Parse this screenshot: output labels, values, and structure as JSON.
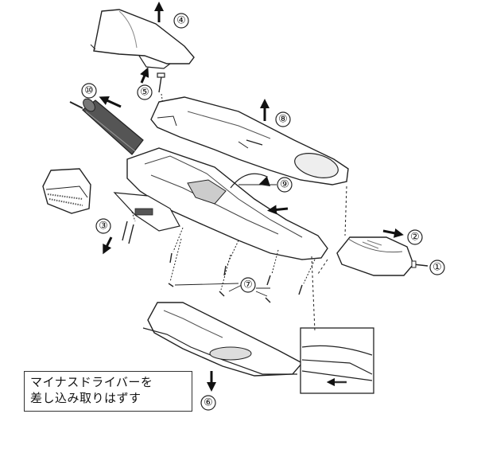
{
  "step_numbers": {
    "n1": "①",
    "n2": "②",
    "n3": "③",
    "n4": "④",
    "n5": "⑤",
    "n6": "⑥",
    "n7": "⑦",
    "n8": "⑧",
    "n9": "⑨",
    "n10": "⑩"
  },
  "instruction": {
    "line1": "マイナスドライバーを",
    "line2": "差し込み取りはずす"
  }
}
